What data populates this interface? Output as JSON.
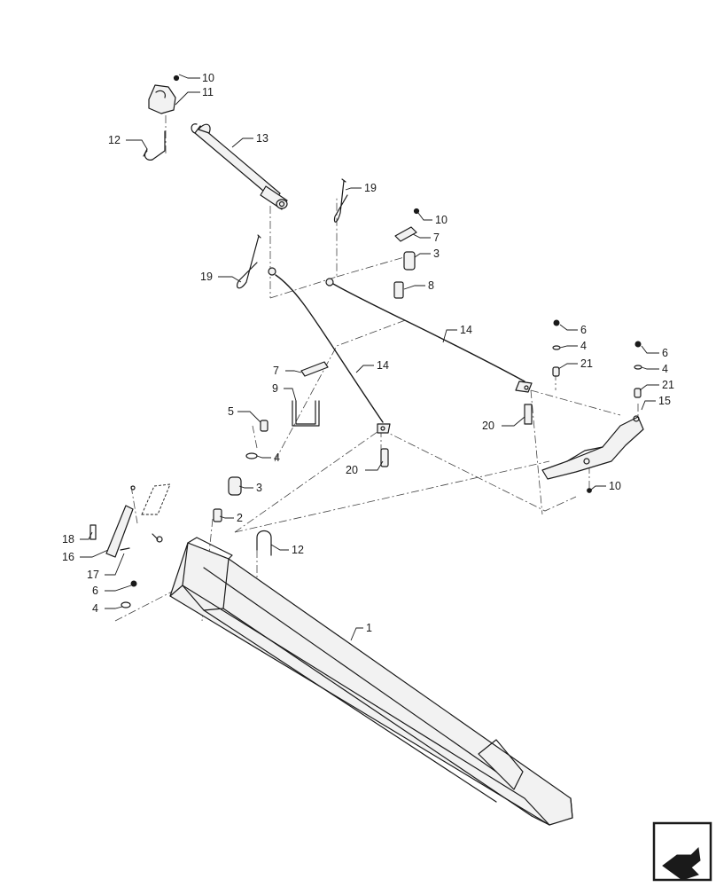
{
  "diagram": {
    "callouts": [
      {
        "id": "c10a",
        "text": "10"
      },
      {
        "id": "c11",
        "text": "11"
      },
      {
        "id": "c12a",
        "text": "12"
      },
      {
        "id": "c13",
        "text": "13"
      },
      {
        "id": "c19a",
        "text": "19"
      },
      {
        "id": "c10b",
        "text": "10"
      },
      {
        "id": "c7a",
        "text": "7"
      },
      {
        "id": "c3a",
        "text": "3"
      },
      {
        "id": "c19b",
        "text": "19"
      },
      {
        "id": "c8",
        "text": "8"
      },
      {
        "id": "c14a",
        "text": "14"
      },
      {
        "id": "c6a",
        "text": "6"
      },
      {
        "id": "c4a",
        "text": "4"
      },
      {
        "id": "c6b",
        "text": "6"
      },
      {
        "id": "c4b",
        "text": "4"
      },
      {
        "id": "c21a",
        "text": "21"
      },
      {
        "id": "c7b",
        "text": "7"
      },
      {
        "id": "c14b",
        "text": "14"
      },
      {
        "id": "c9",
        "text": "9"
      },
      {
        "id": "c21b",
        "text": "21"
      },
      {
        "id": "c15",
        "text": "15"
      },
      {
        "id": "c5",
        "text": "5"
      },
      {
        "id": "c20a",
        "text": "20"
      },
      {
        "id": "c4c",
        "text": "4"
      },
      {
        "id": "c20b",
        "text": "20"
      },
      {
        "id": "c3b",
        "text": "3"
      },
      {
        "id": "c10c",
        "text": "10"
      },
      {
        "id": "c2",
        "text": "2"
      },
      {
        "id": "c18",
        "text": "18"
      },
      {
        "id": "c12b",
        "text": "12"
      },
      {
        "id": "c16",
        "text": "16"
      },
      {
        "id": "c17",
        "text": "17"
      },
      {
        "id": "c6c",
        "text": "6"
      },
      {
        "id": "c4d",
        "text": "4"
      },
      {
        "id": "c1",
        "text": "1"
      }
    ]
  },
  "icons": {
    "nav": "arrow-page-icon"
  }
}
